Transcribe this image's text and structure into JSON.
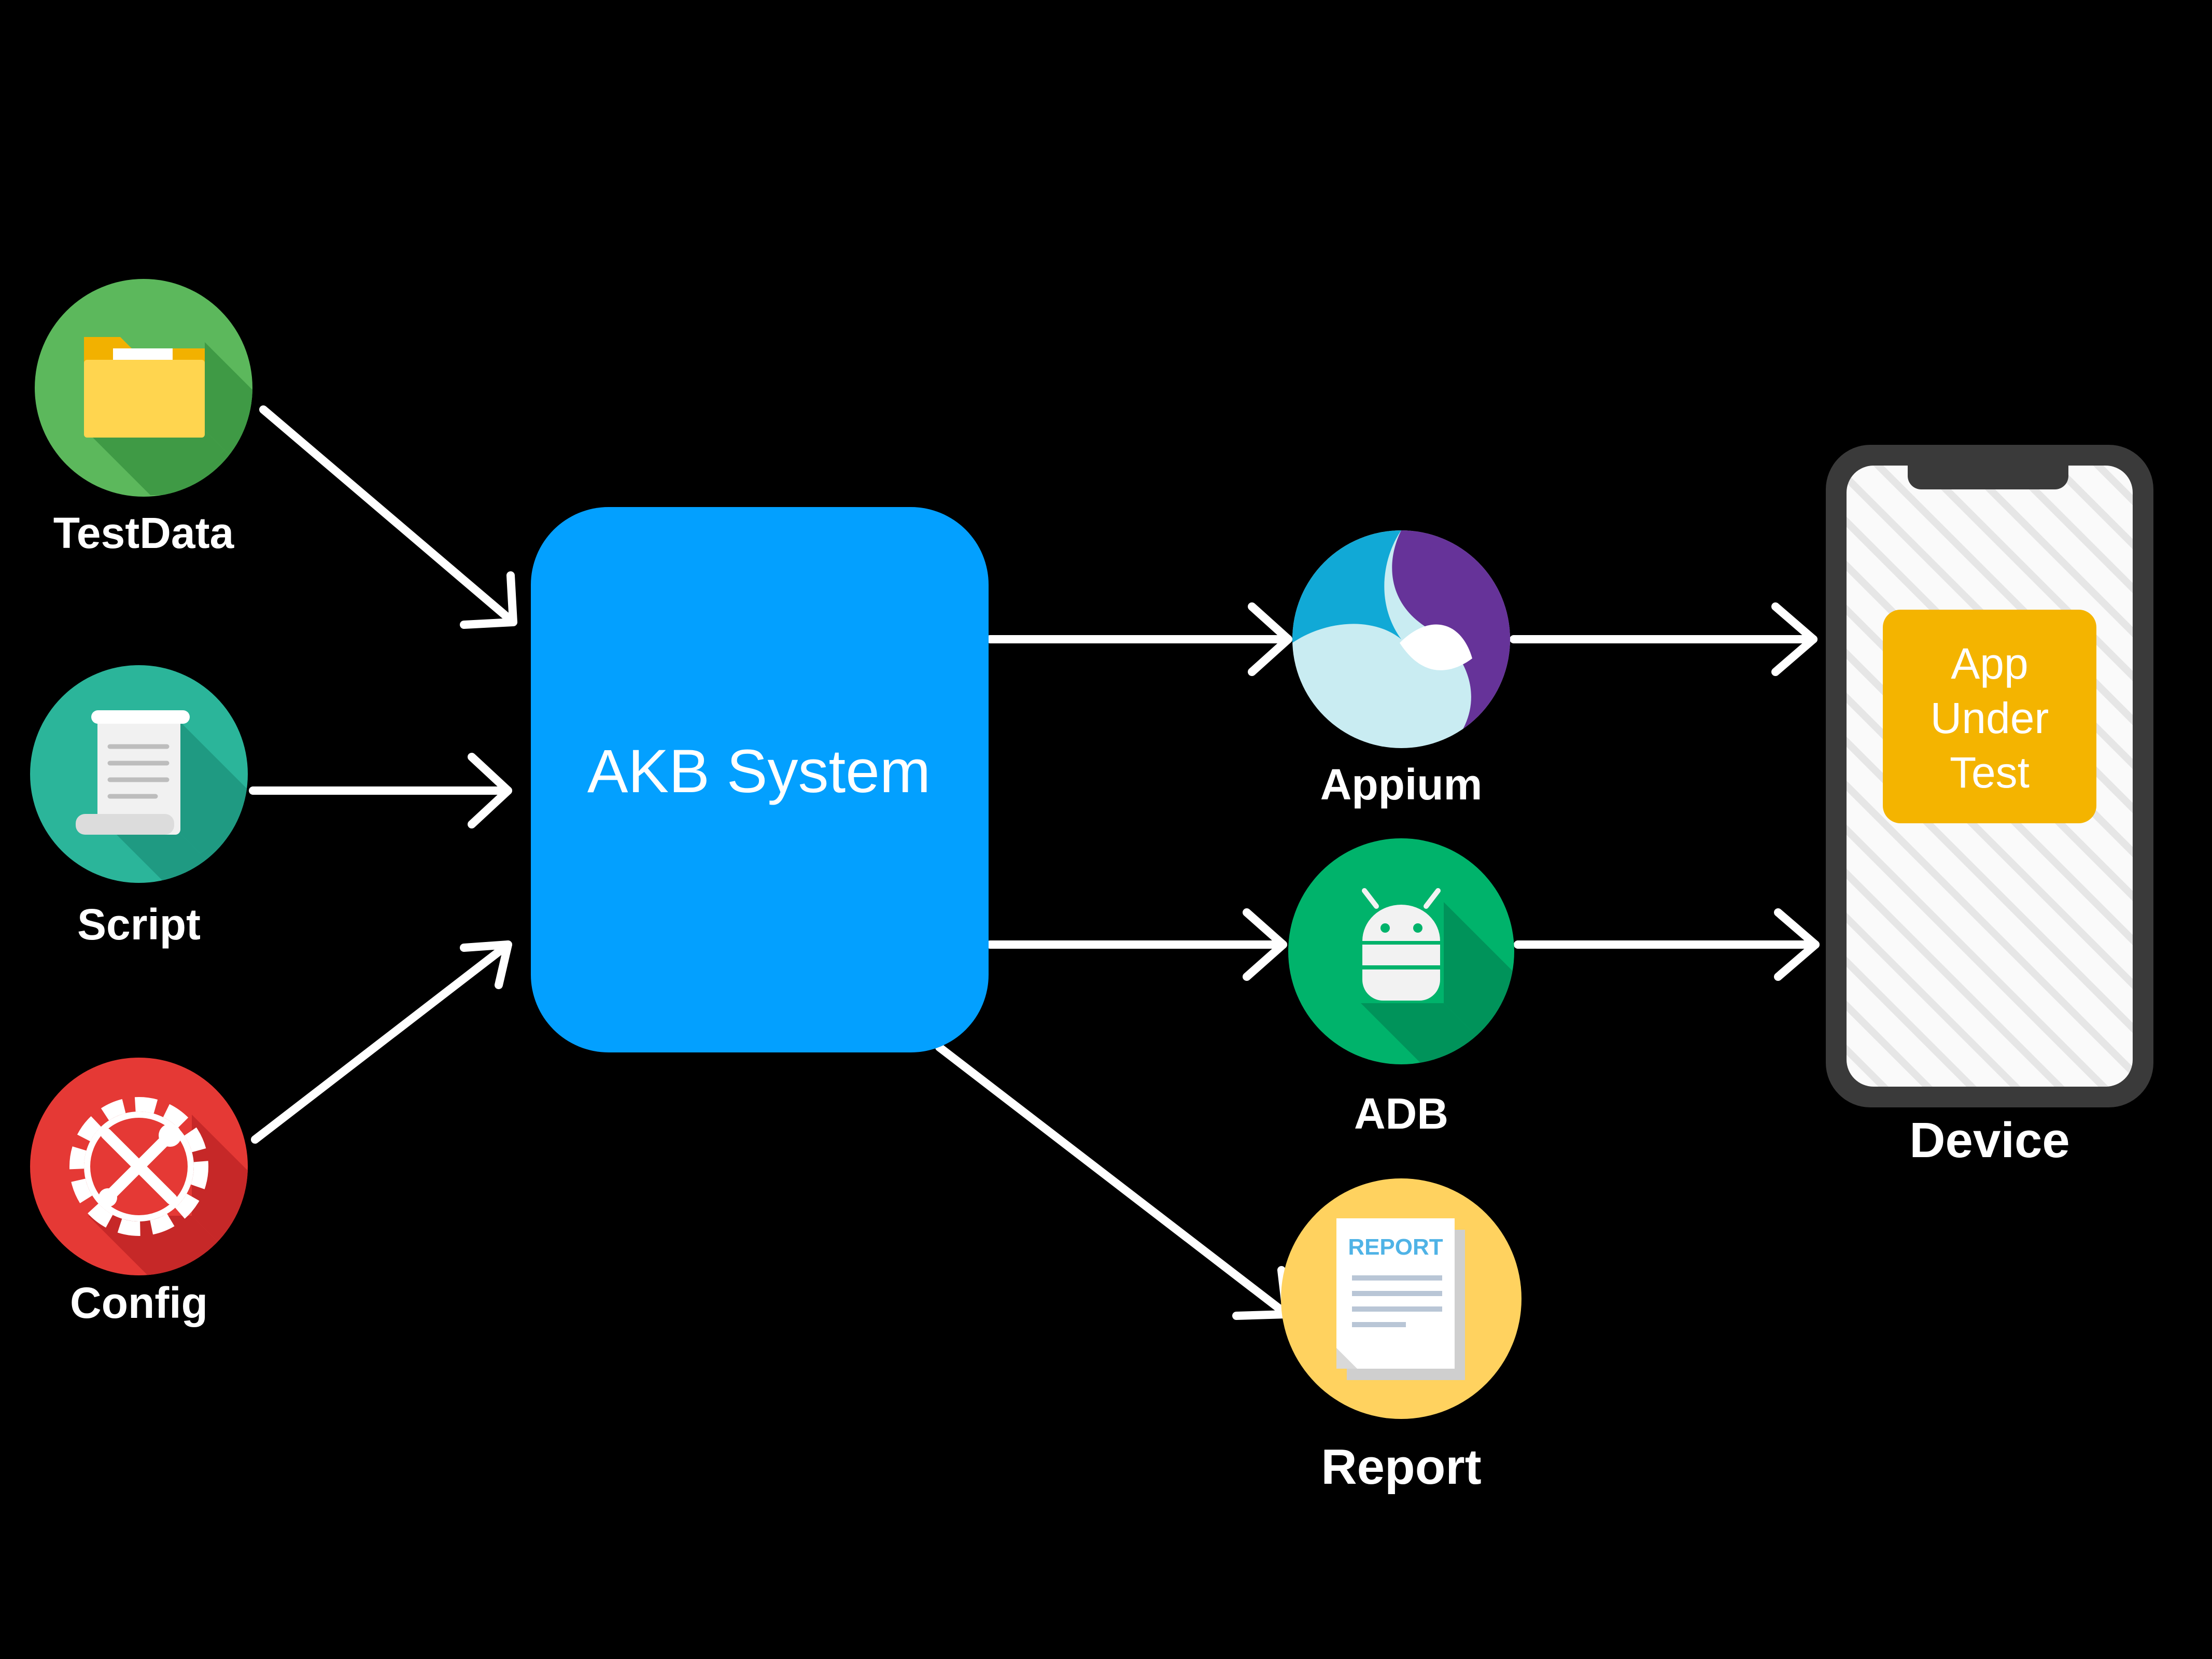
{
  "diagram": {
    "sources": [
      {
        "id": "testdata",
        "label": "TestData",
        "icon": "folder-icon",
        "color": "#5cb85c"
      },
      {
        "id": "script",
        "label": "Script",
        "icon": "script-scroll-icon",
        "color": "#2bb59a"
      },
      {
        "id": "config",
        "label": "Config",
        "icon": "gear-wrench-icon",
        "color": "#e53935"
      }
    ],
    "core": {
      "label": "AKB System",
      "color": "#03a0ff"
    },
    "tools": [
      {
        "id": "appium",
        "label": "Appium",
        "icon": "appium-logo-icon"
      },
      {
        "id": "adb",
        "label": "ADB",
        "icon": "android-robot-icon",
        "color": "#00b36b"
      },
      {
        "id": "report",
        "label": "Report",
        "icon": "report-document-icon",
        "color": "#ffd25f",
        "doc_title": "REPORT"
      }
    ],
    "device": {
      "label": "Device",
      "app": {
        "lines": [
          "App",
          "Under",
          "Test"
        ],
        "color": "#f4b400"
      }
    },
    "edges": [
      {
        "from": "testdata",
        "to": "core"
      },
      {
        "from": "script",
        "to": "core"
      },
      {
        "from": "config",
        "to": "core"
      },
      {
        "from": "core",
        "to": "appium"
      },
      {
        "from": "core",
        "to": "adb"
      },
      {
        "from": "core",
        "to": "report"
      },
      {
        "from": "appium",
        "to": "device"
      },
      {
        "from": "adb",
        "to": "device"
      }
    ]
  }
}
